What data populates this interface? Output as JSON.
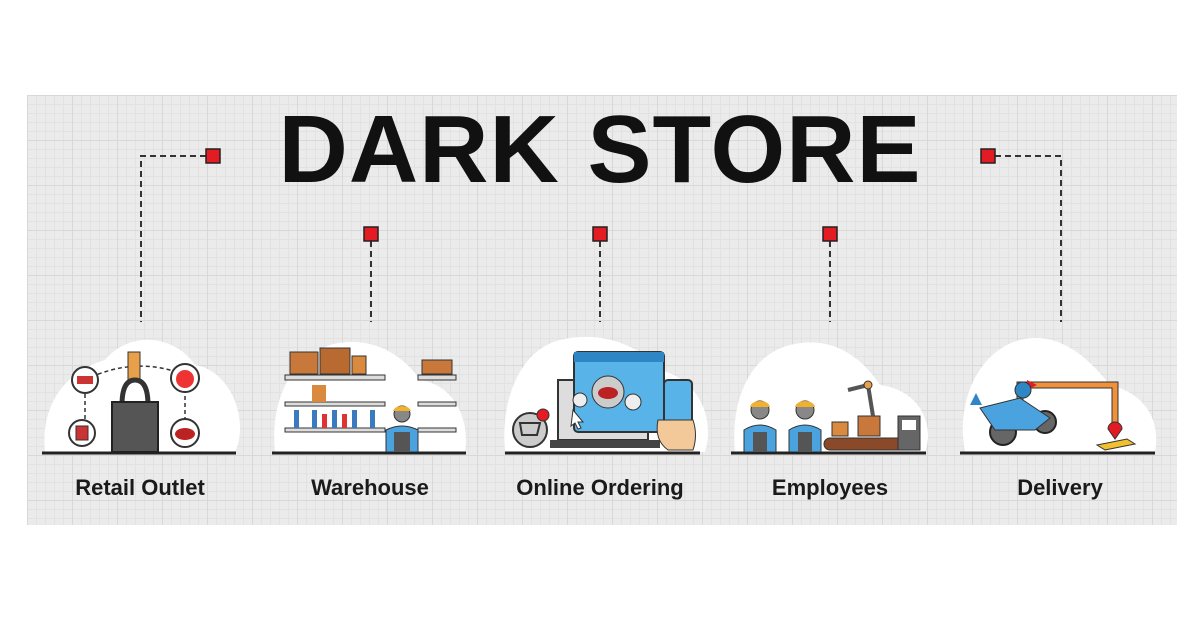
{
  "title": "DARK STORE",
  "colors": {
    "accent_red": "#e31b23",
    "line": "#333333",
    "background": "#ebebeb"
  },
  "stages": [
    {
      "label": "Retail Outlet",
      "icon": "shopping-bag-icon"
    },
    {
      "label": "Warehouse",
      "icon": "warehouse-shelves-icon"
    },
    {
      "label": "Online Ordering",
      "icon": "laptop-phone-order-icon"
    },
    {
      "label": "Employees",
      "icon": "workers-conveyor-icon"
    },
    {
      "label": "Delivery",
      "icon": "delivery-scooter-icon"
    }
  ]
}
